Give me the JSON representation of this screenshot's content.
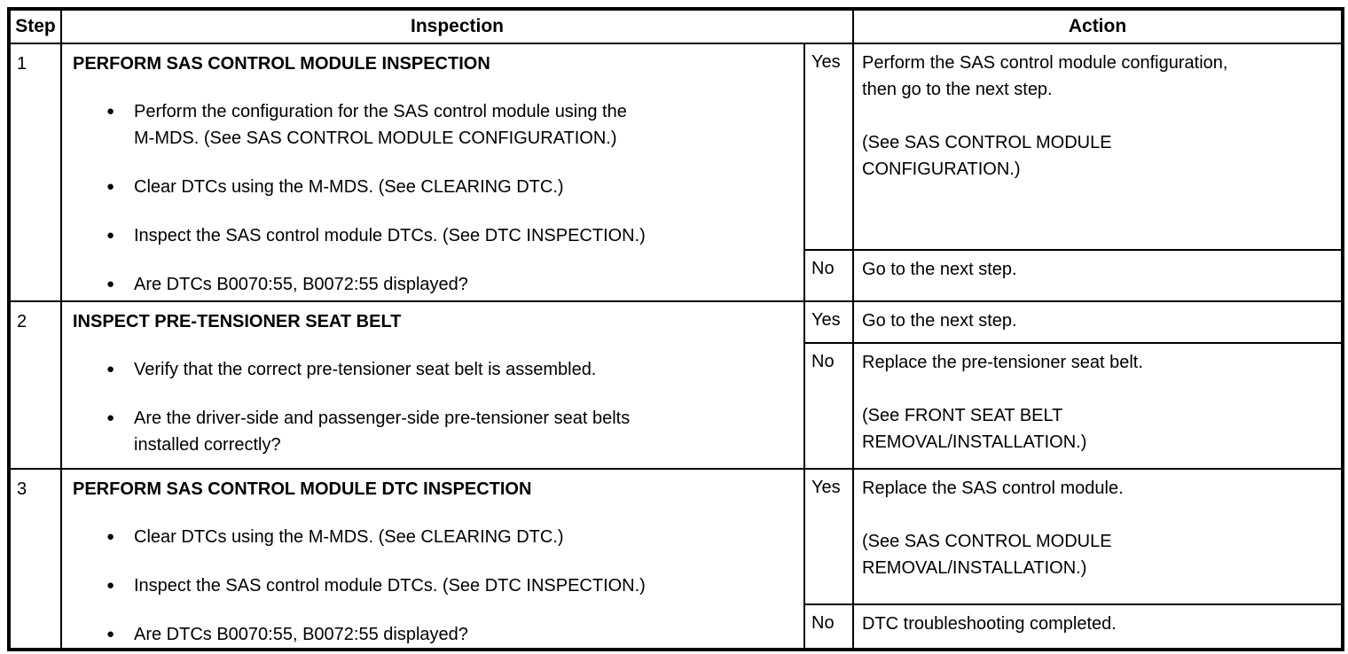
{
  "bullet_glyph": "●",
  "colors": {
    "border": "#000000",
    "background": "#ffffff",
    "text": "#000000"
  },
  "table": {
    "headers": {
      "step": "Step",
      "inspection": "Inspection",
      "action": "Action"
    },
    "rows": [
      {
        "step": "1",
        "title": "PERFORM SAS CONTROL MODULE INSPECTION",
        "bullets": [
          [
            "Perform the configuration for the SAS control module using the",
            "M-MDS. (See SAS CONTROL MODULE CONFIGURATION.)"
          ],
          [
            "Clear DTCs using the M-MDS. (See CLEARING DTC.)"
          ],
          [
            "Inspect the SAS control module DTCs. (See DTC INSPECTION.)"
          ],
          [
            "Are DTCs B0070:55, B0072:55 displayed?"
          ]
        ],
        "branches": [
          {
            "label": "Yes",
            "action_lines": [
              "Perform the SAS control module configuration,",
              "then go to the next step.",
              "",
              "(See SAS CONTROL MODULE",
              "CONFIGURATION.)"
            ]
          },
          {
            "label": "No",
            "action_lines": [
              "Go to the next step."
            ]
          }
        ]
      },
      {
        "step": "2",
        "title": "INSPECT PRE-TENSIONER SEAT BELT",
        "bullets": [
          [
            "Verify that the correct pre-tensioner seat belt is assembled."
          ],
          [
            "Are the driver-side and passenger-side pre-tensioner seat belts",
            "installed correctly?"
          ]
        ],
        "branches": [
          {
            "label": "Yes",
            "action_lines": [
              "Go to the next step."
            ]
          },
          {
            "label": "No",
            "action_lines": [
              "Replace the pre-tensioner seat belt.",
              "",
              "(See FRONT SEAT BELT",
              "REMOVAL/INSTALLATION.)"
            ]
          }
        ]
      },
      {
        "step": "3",
        "title": "PERFORM SAS CONTROL MODULE DTC INSPECTION",
        "bullets": [
          [
            "Clear DTCs using the M-MDS. (See CLEARING DTC.)"
          ],
          [
            "Inspect the SAS control module DTCs. (See DTC INSPECTION.)"
          ],
          [
            "Are DTCs B0070:55, B0072:55 displayed?"
          ]
        ],
        "branches": [
          {
            "label": "Yes",
            "action_lines": [
              "Replace the SAS control module.",
              "",
              "(See SAS CONTROL MODULE",
              "REMOVAL/INSTALLATION.)"
            ]
          },
          {
            "label": "No",
            "action_lines": [
              "DTC troubleshooting completed."
            ]
          }
        ]
      }
    ]
  }
}
